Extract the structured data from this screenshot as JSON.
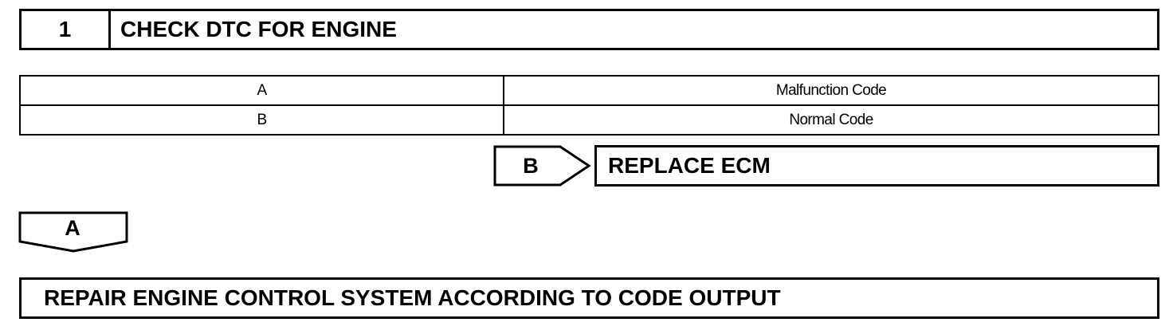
{
  "step": {
    "number": "1",
    "title": "CHECK DTC FOR ENGINE"
  },
  "result_table": {
    "rows": [
      {
        "result": "A",
        "condition": "Malfunction Code"
      },
      {
        "result": "B",
        "condition": "Normal Code"
      }
    ]
  },
  "branch_b": {
    "label": "B",
    "action": "REPLACE ECM"
  },
  "branch_a": {
    "label": "A",
    "action": "REPAIR ENGINE CONTROL SYSTEM ACCORDING TO CODE OUTPUT"
  }
}
